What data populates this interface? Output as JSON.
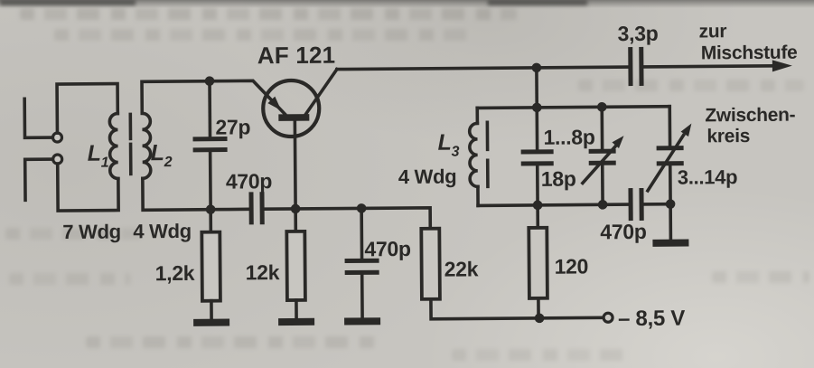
{
  "diagram": {
    "type": "circuit-schematic",
    "transistor": {
      "label": "AF 121"
    },
    "inductors": {
      "l1": {
        "symbol": "L",
        "sub": "1",
        "turns": "7 Wdg"
      },
      "l2": {
        "symbol": "L",
        "sub": "2",
        "turns": "4 Wdg"
      },
      "l3": {
        "symbol": "L",
        "sub": "3",
        "turns": "4 Wdg"
      }
    },
    "resistors": {
      "r_emitter": "1,2k",
      "r_base": "12k",
      "r_bias": "22k",
      "r_decouple": "120"
    },
    "capacitors": {
      "c_input_tank": "27p",
      "c_coupling_in": "470p",
      "c_base_bypass": "470p",
      "c_tank_fixed": "18p",
      "c_tank_trimmer": "1...8p",
      "c_output_trimmer": "3...14p",
      "c_ground_series": "470p",
      "c_mixer": "3,3p"
    },
    "annotations": {
      "to_mixer_line1": "zur",
      "to_mixer_line2": "Mischstufe",
      "zwischenkreis_line1": "Zwischen-",
      "zwischenkreis_line2": "kreis",
      "supply": "– 8,5 V"
    },
    "colors": {
      "ink": "#2a2927",
      "paper": "#c7c5c0"
    }
  }
}
